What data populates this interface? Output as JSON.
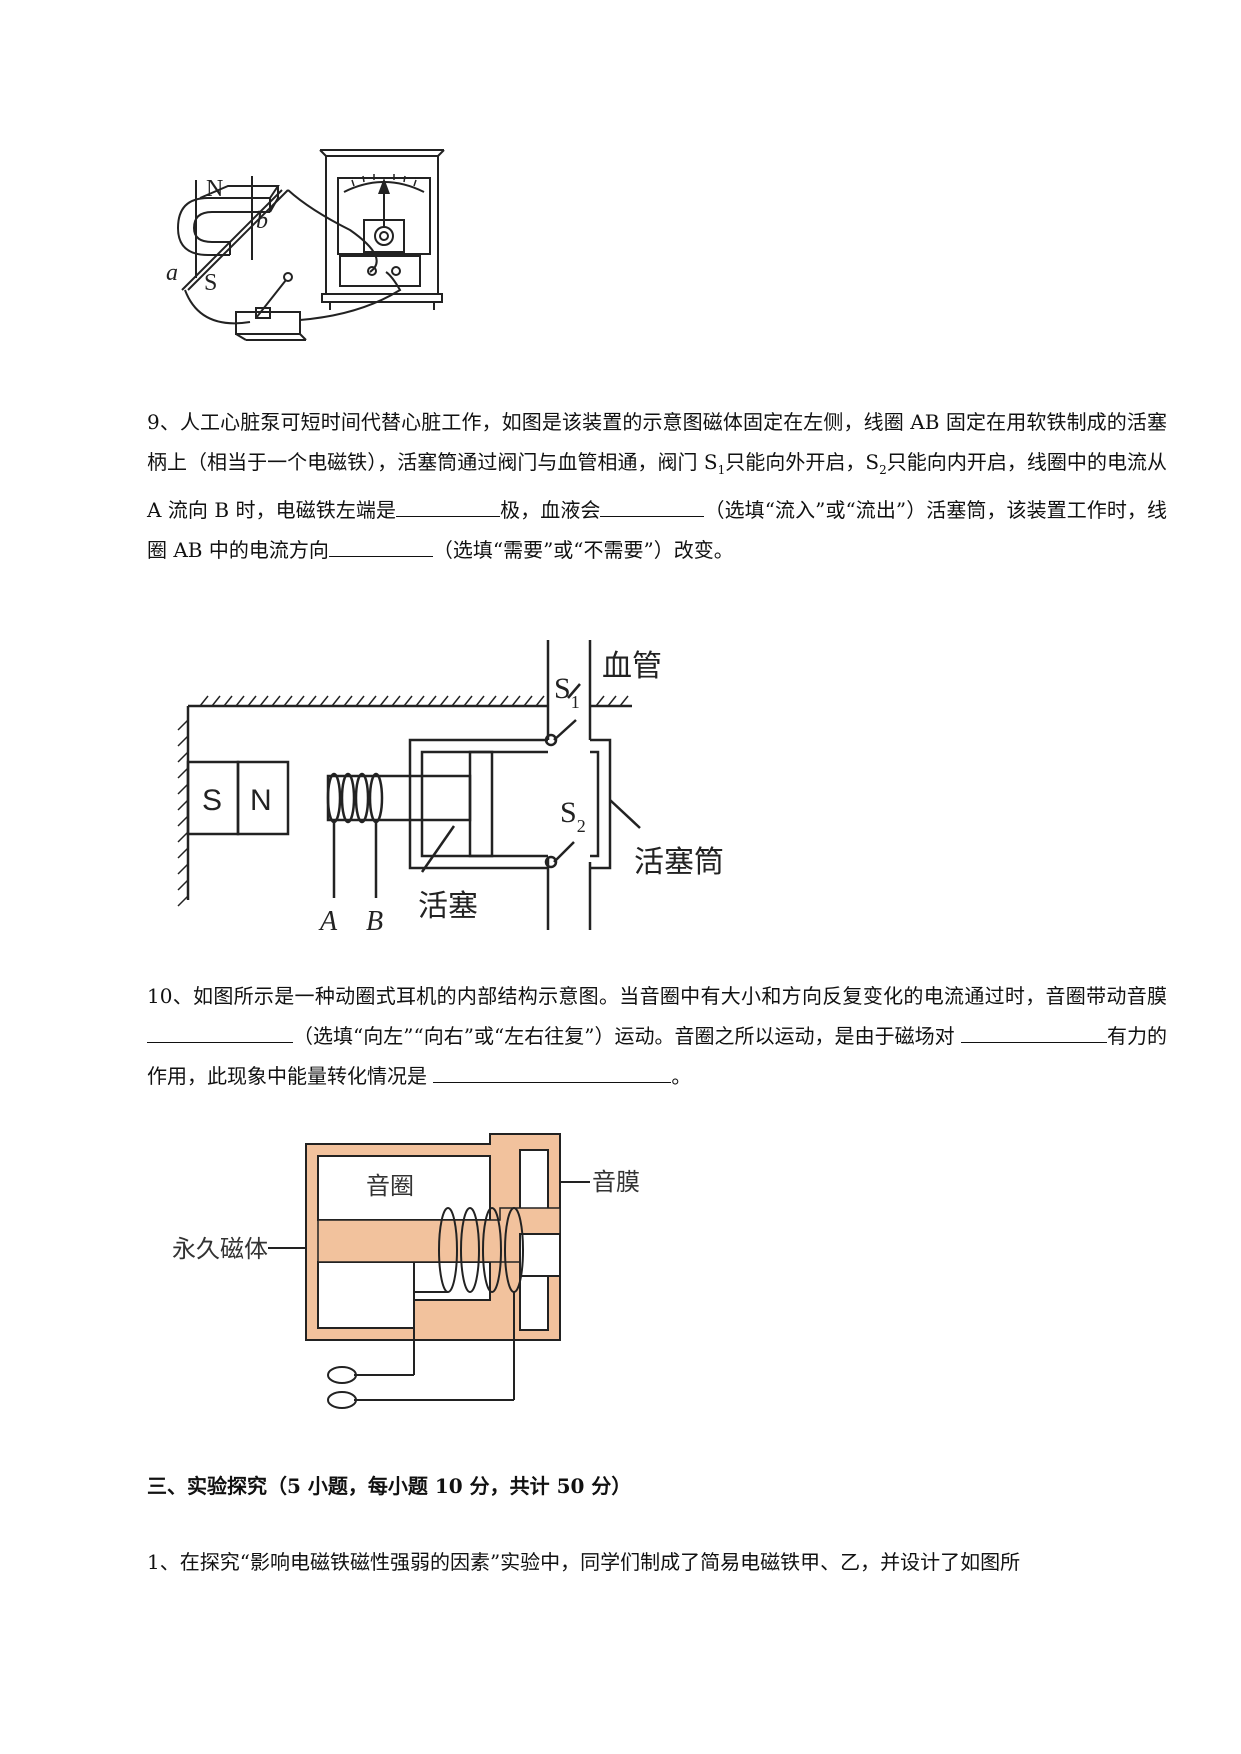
{
  "fig1": {
    "label_N": "N",
    "label_S": "S",
    "label_a": "a",
    "label_b": "b"
  },
  "q9": {
    "num": "9、",
    "t1": "人工心脏泵可短时间代替心脏工作，如图是该装置的示意图磁体固定在左侧，线圈 AB 固定在用软铁制成的活塞柄上（相当于一个电磁铁），活塞筒通过阀门与血管相通，阀门 S",
    "s1": "1",
    "t2": "只能向外开启，S",
    "s2": "2",
    "t3": "只能向内开启，线圈中的电流从 A 流向 B 时，电磁铁左端是",
    "t4": "极，血液会",
    "t5": "（选填“流入”或“流出”）活塞筒，该装置工作时，线圈 AB 中的电流方向",
    "t6": "（选填“需要”或“不需要”）改变。"
  },
  "fig2": {
    "magnet_S": "S",
    "magnet_N": "N",
    "valve1": "S",
    "valve1_sub": "1",
    "valve2": "S",
    "valve2_sub": "2",
    "blood_vessel": "血管",
    "cylinder": "活塞筒",
    "piston": "活塞",
    "wire_A": "A",
    "wire_B": "B"
  },
  "q10": {
    "num": "10、",
    "t1": "如图所示是一种动圈式耳机的内部结构示意图。当音圈中有大小和方向反复变化的电流通过时，音圈带动音膜 ",
    "t2": "（选填“向左”“向右”或“左右往复”）运动。音圈之所以运动，是由于磁场对 ",
    "t3": "有力的作用，此现象中能量转化情况是 ",
    "t4": "。"
  },
  "fig3": {
    "coil": "音圈",
    "membrane": "音膜",
    "magnet": "永久磁体"
  },
  "section3": {
    "title": "三、实验探究（5 小题，每小题 10 分，共计 50 分）"
  },
  "q1": {
    "text": "1、在探究“影响电磁铁磁性强弱的因素”实验中，同学们制成了简易电磁铁甲、乙，并设计了如图所"
  }
}
